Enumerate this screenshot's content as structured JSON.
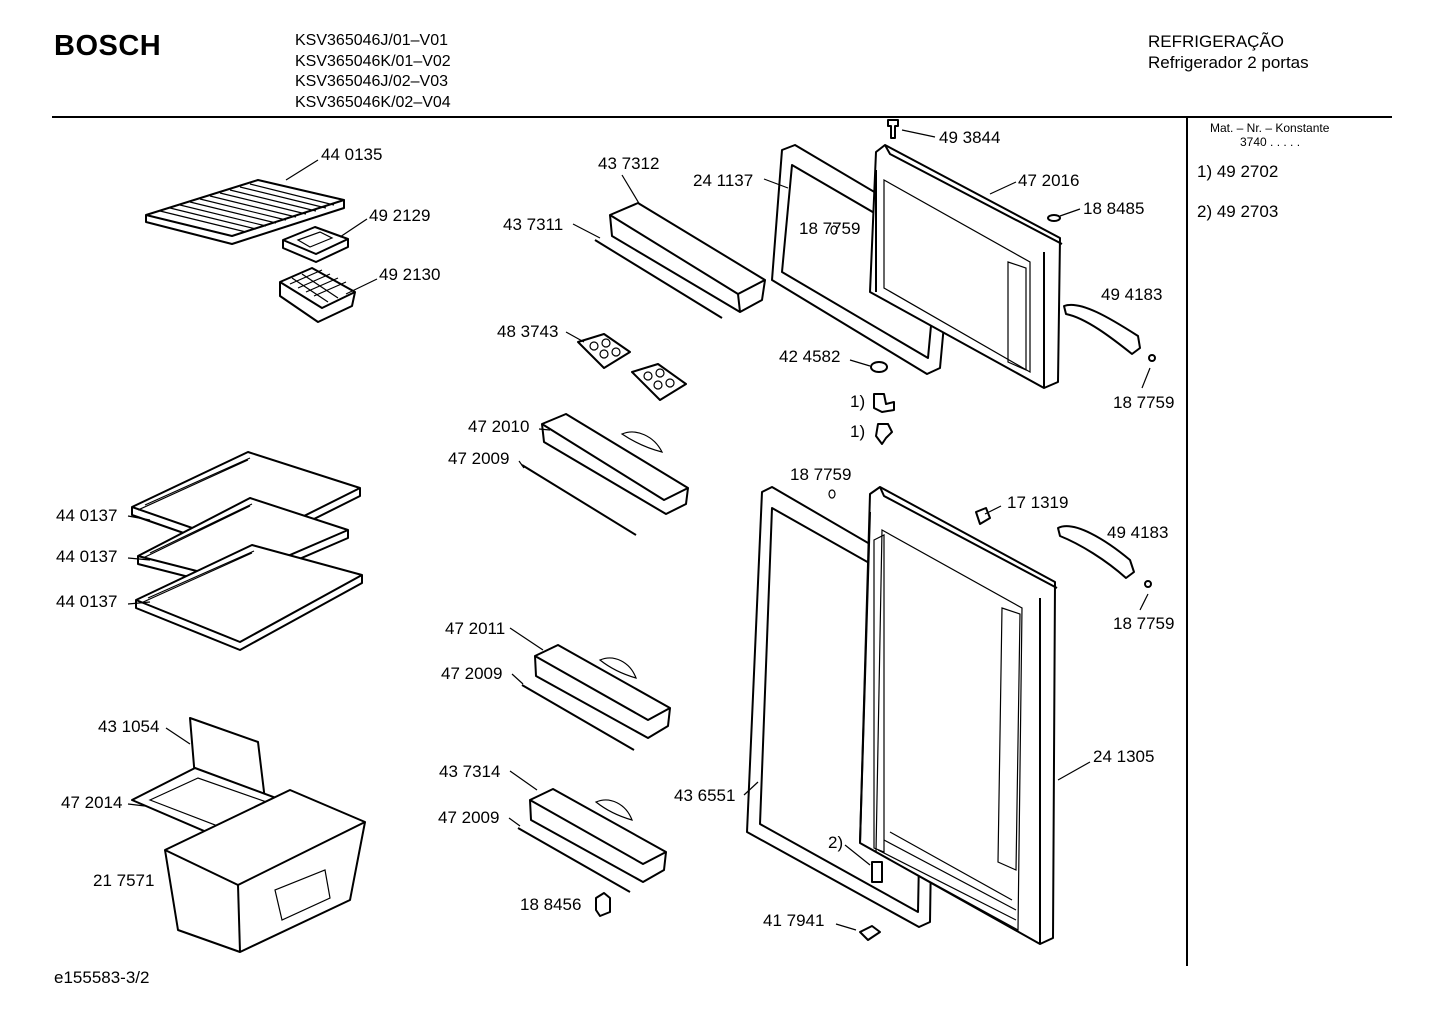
{
  "header": {
    "brand": "BOSCH",
    "models": [
      "KSV365046J/01–V01",
      "KSV365046K/01–V02",
      "KSV365046J/02–V03",
      "KSV365046K/02–V04"
    ],
    "category": "REFRIGERAÇÃO",
    "product": "Refrigerador 2 portas"
  },
  "sidebar": {
    "mat_label": "Mat. – Nr. – Konstante",
    "mat_value": "3740 . . . . .",
    "notes": [
      "1) 49 2702",
      "2) 49 2703"
    ]
  },
  "footer": {
    "doc_id": "e155583-3/2"
  },
  "parts": {
    "p440135": "44 0135",
    "p492129": "49 2129",
    "p492130": "49 2130",
    "p440137a": "44 0137",
    "p440137b": "44 0137",
    "p440137c": "44 0137",
    "p431054": "43 1054",
    "p472014": "47 2014",
    "p217571": "21 7571",
    "p437312": "43 7312",
    "p437311": "43 7311",
    "p483743": "48 3743",
    "p472010": "47 2010",
    "p472009a": "47 2009",
    "p472011": "47 2011",
    "p472009b": "47 2009",
    "p437314": "43 7314",
    "p472009c": "47 2009",
    "p188456": "18 8456",
    "p241137": "24 1137",
    "p187759a": "18 7759",
    "p424582": "42 4582",
    "n1a": "1)",
    "n1b": "1)",
    "p187759b": "18 7759",
    "p436551": "43 6551",
    "n2": "2)",
    "p417941": "41 7941",
    "p493844": "49 3844",
    "p472016": "47 2016",
    "p188485": "18 8485",
    "p494183a": "49 4183",
    "p187759c": "18 7759",
    "p171319": "17 1319",
    "p494183b": "49 4183",
    "p187759d": "18 7759",
    "p241305": "24 1305"
  }
}
